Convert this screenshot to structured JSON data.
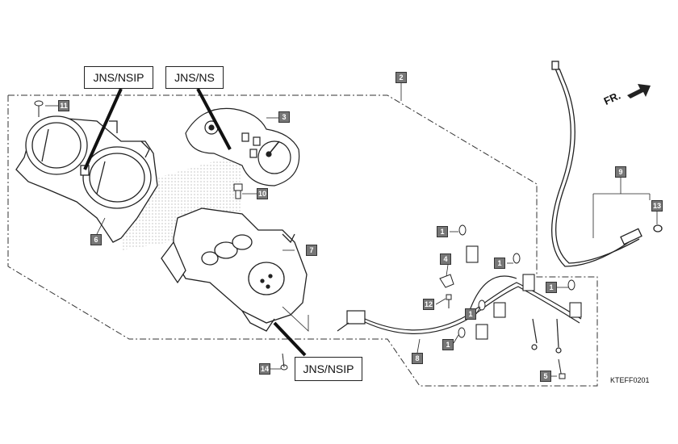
{
  "callouts": {
    "jns_nsip_top": "JNS/NSIP",
    "jns_ns": "JNS/NS",
    "jns_nsip_bottom": "JNS/NSIP"
  },
  "direction_label": "FR.",
  "diagram_code": "KTEFF0201",
  "part_numbers": {
    "p1a": "1",
    "p1b": "1",
    "p1c": "1",
    "p1d": "1",
    "p1e": "1",
    "p2": "2",
    "p3": "3",
    "p4": "4",
    "p5": "5",
    "p6": "6",
    "p7": "7",
    "p8": "8",
    "p9": "9",
    "p10": "10",
    "p11": "11",
    "p12": "12",
    "p13": "13",
    "p14": "14"
  }
}
